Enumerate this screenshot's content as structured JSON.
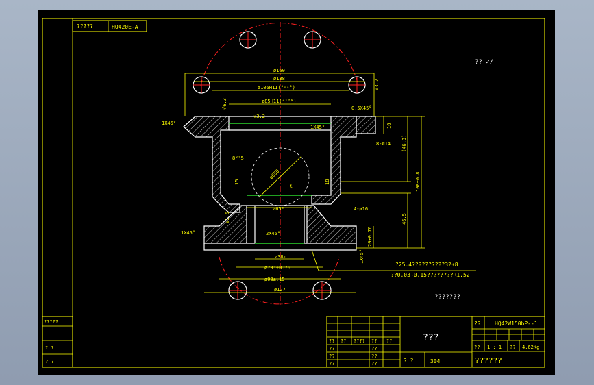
{
  "drawing": {
    "code_label": "?????",
    "drawing_number_top": "HQ420E-A",
    "roughness_note": "?? ✓/",
    "notes": {
      "hole_depth_note": "?25.4??????????32±8",
      "tolerance_note": "??0.03~0.15????????R1.52",
      "tech_requirements": "???????"
    },
    "dimensions": {
      "d160": "ø160",
      "d138": "ø138",
      "d105": "ø105H11(°²²°)",
      "d85": "ø85H11(⁺¹²°)",
      "d650": "ø650",
      "d65": "ø65²",
      "d38": "ø38₁",
      "d73": "ø73²±0.76",
      "d98": "ø98±.15",
      "d127": "ø127",
      "chamfer_top_left": "1X45°",
      "chamfer_inner": "1X45°",
      "chamfer_right": "0.5X45°",
      "chamfer_bottom_left": "1X45°",
      "chamfer_bore": "2X45°",
      "chamfer_bottom_right": "1X45°",
      "holes_top": "8-ø14",
      "holes_bottom": "4-ø16",
      "height_total": "108±0.8",
      "height_upper": "(46.3)",
      "height_lower": "46.5",
      "depth_16": "16",
      "ref_25": "25",
      "ref_18": "18",
      "ref_15": "15",
      "ref_1_5": "≥1.5",
      "ref_20": "20±0.76",
      "angle_8": "8°²5",
      "ra_a": "√3.2",
      "ra_b": "√3.2",
      "ra_c": "√6.3"
    }
  },
  "title_block": {
    "left_panel_label": "?????",
    "left_row_a": "?   ?",
    "left_row_b": "?   ?",
    "part_name_placeholder": "???",
    "drawing_code_label": "??",
    "drawing_code": "HQ42W150bP--1",
    "scale_label": "??",
    "scale_value": "1 : 1",
    "weight_label": "??",
    "weight_value": "4.62Kg",
    "company": "??????",
    "material_label": "?   ?",
    "material_value": "304",
    "grid_row_1": [
      "??",
      "??",
      "????",
      "??",
      "??"
    ],
    "grid_row_2": [
      "??",
      "",
      "",
      "??",
      ""
    ],
    "grid_row_3": [
      "??",
      "",
      "",
      "??",
      ""
    ],
    "grid_row_4": [
      "??",
      "",
      "",
      "??",
      ""
    ]
  }
}
